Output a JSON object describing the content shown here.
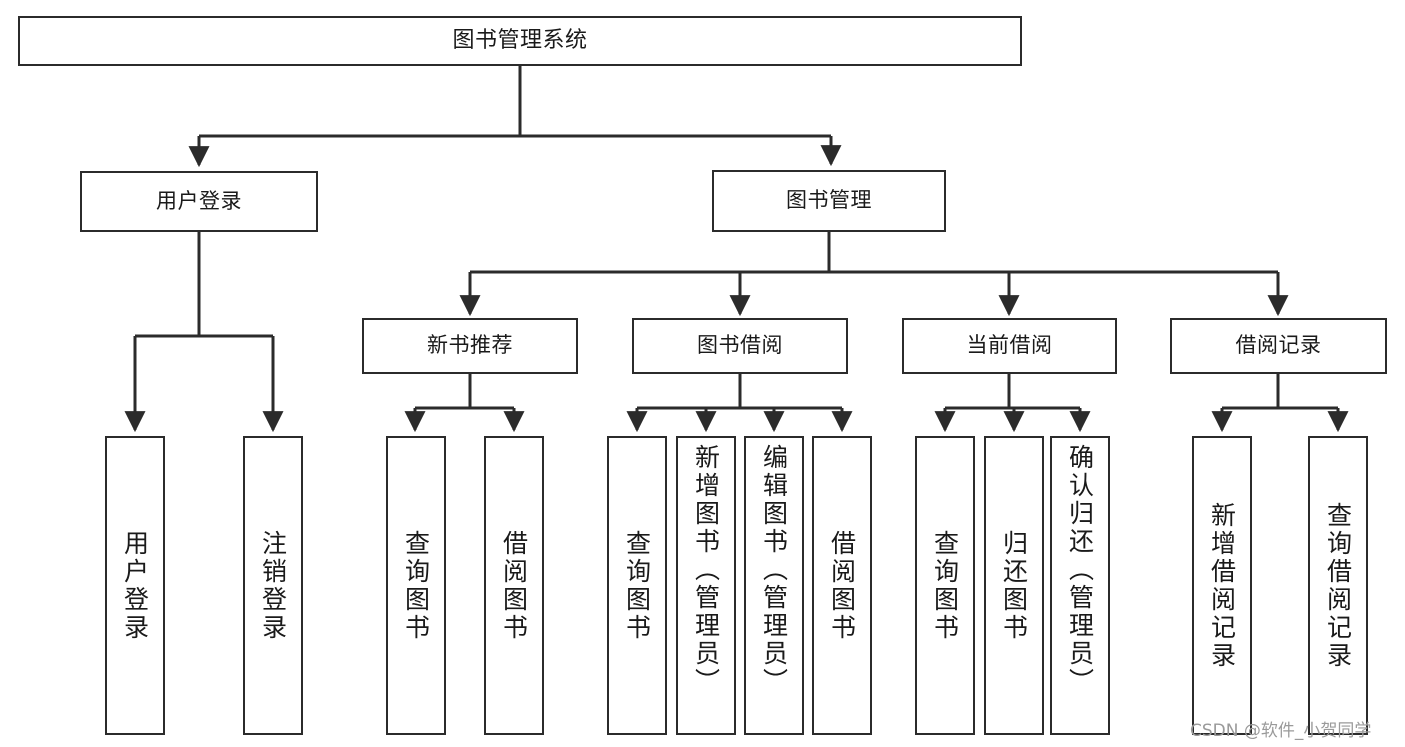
{
  "diagram": {
    "type": "tree-hierarchy",
    "title": "图书管理系统",
    "orientation": "top-down",
    "colors": {
      "box_border": "#2b2b2b",
      "box_fill": "#ffffff",
      "edge": "#2b2b2b",
      "text": "#1a1a1a",
      "watermark": "#9a9a9a"
    },
    "nodes": {
      "root": {
        "label": "图书管理系统"
      },
      "level1": [
        {
          "id": "user-login",
          "label": "用户登录"
        },
        {
          "id": "book-management",
          "label": "图书管理"
        }
      ],
      "level2": [
        {
          "id": "new-book-recommend",
          "label": "新书推荐"
        },
        {
          "id": "book-borrow",
          "label": "图书借阅"
        },
        {
          "id": "current-borrow",
          "label": "当前借阅"
        },
        {
          "id": "borrow-record",
          "label": "借阅记录"
        }
      ],
      "leaves": {
        "user-login": [
          {
            "id": "leaf-user-login",
            "label": "用户登录"
          },
          {
            "id": "leaf-logout-login",
            "label": "注销登录"
          }
        ],
        "new-book-recommend": [
          {
            "id": "leaf-query-book-1",
            "label": "查询图书"
          },
          {
            "id": "leaf-borrow-book-1",
            "label": "借阅图书"
          }
        ],
        "book-borrow": [
          {
            "id": "leaf-query-book-2",
            "label": "查询图书"
          },
          {
            "id": "leaf-add-book-admin",
            "label": "新增图书（管理员）"
          },
          {
            "id": "leaf-edit-book-admin",
            "label": "编辑图书（管理员）"
          },
          {
            "id": "leaf-borrow-book-2",
            "label": "借阅图书"
          }
        ],
        "current-borrow": [
          {
            "id": "leaf-query-book-3",
            "label": "查询图书"
          },
          {
            "id": "leaf-return-book",
            "label": "归还图书"
          },
          {
            "id": "leaf-confirm-return-admin",
            "label": "确认归还（管理员）"
          }
        ],
        "borrow-record": [
          {
            "id": "leaf-add-borrow-record",
            "label": "新增借阅记录"
          },
          {
            "id": "leaf-query-borrow-record",
            "label": "查询借阅记录"
          }
        ]
      }
    },
    "watermark": "CSDN @软件_小贺同学"
  }
}
